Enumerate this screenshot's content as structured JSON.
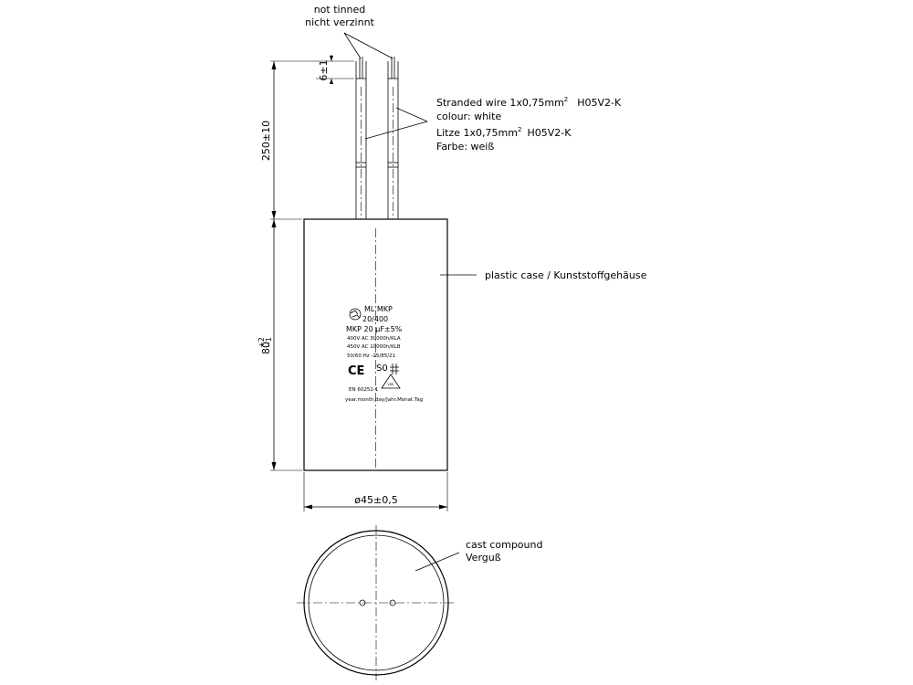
{
  "annotations": {
    "not_tinned_en": "not tinned",
    "not_tinned_de": "nicht verzinnt",
    "stranded_wire_en": "Stranded wire 1x0,75mm",
    "stranded_wire_code_en": "H05V2-K",
    "colour_en": "colour: white",
    "stranded_wire_de": "Litze 1x0,75mm",
    "stranded_wire_code_de": "H05V2-K",
    "colour_de": "Farbe: weiß",
    "squared_superscript": "2",
    "plastic_case": "plastic case / Kunststoffgehäuse",
    "cast_compound_en": "cast compound",
    "cast_compound_de": "Verguß"
  },
  "dimensions": {
    "strip_length": "6±1",
    "wire_length": "250±10",
    "case_length_base": "80",
    "case_length_tol_upper": "+2",
    "case_length_tol_lower": "−1",
    "diameter": "ø45±0,5"
  },
  "label": {
    "brand_line": "ML MKP",
    "rating_line": "20/400",
    "type_line": "MKP 20 µF±5%",
    "line_400v": "400V AC 30000h/KLA",
    "line_450v": "450V AC 10000h/KLB",
    "climatic": "50/60 Hz -25/85/21",
    "ce_mark": "CE",
    "so_mark": "S0",
    "vde_mark": "VDE",
    "standard": "EN 60252-1",
    "date_code": "year.month.day/Jahr.Monat.Tag"
  },
  "icons": {
    "brand_logo": "brand-logo-icon",
    "ce_mark": "ce-mark-icon",
    "vde_mark": "vde-triangle-icon",
    "so_mark": "so-hash-icon"
  },
  "colors": {
    "line": "#000000",
    "background": "#ffffff"
  }
}
